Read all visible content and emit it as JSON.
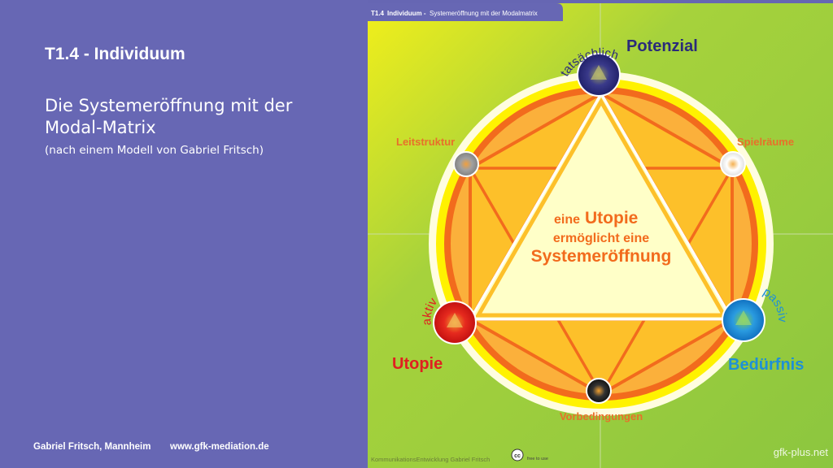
{
  "slide": {
    "title": "T1.4 - Individuum",
    "subtitle": "Die Systemeröffnung mit der Modal-Matrix",
    "note": "(nach einem Modell von Gabriel Fritsch)"
  },
  "footer": {
    "author": "Gabriel Fritsch, Mannheim",
    "website": "www.gfk-mediation.de"
  },
  "diagram": {
    "header_code": "T1.4",
    "header_title": "Individuum -",
    "header_sub": "Systemeröffnung mit der Modalmatrix",
    "nodes": {
      "top": {
        "label": "Potenzial",
        "arc": "tatsächlich",
        "color": "#2b2b7a"
      },
      "left": {
        "label": "Utopie",
        "arc": "aktiv",
        "color": "#e02020"
      },
      "right": {
        "label": "Bedürfnis",
        "arc": "passiv",
        "color": "#1e90d6"
      },
      "upper_left": {
        "label": "Leitstruktur"
      },
      "upper_right": {
        "label": "Spielräume"
      },
      "bottom": {
        "label": "Vorbedingungen"
      }
    },
    "center": {
      "line1_a": "eine",
      "line1_b": "Utopie",
      "line2": "ermöglicht eine",
      "line3": "Systemeröffnung"
    },
    "credit": "KommunikationsEntwicklung Gabriel Fritsch",
    "cc_label": "cc",
    "cc_note": "free to use",
    "watermark": "gfk-plus.net"
  }
}
